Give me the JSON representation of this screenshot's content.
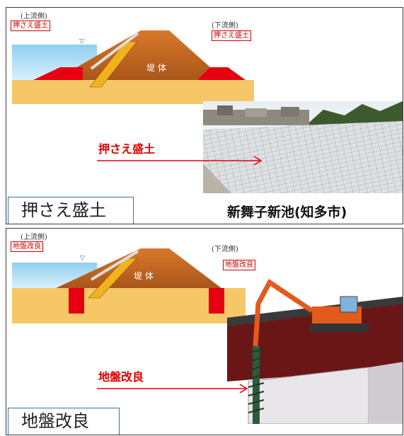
{
  "top": {
    "upstream_label": "(上流側)",
    "downstream_label": "(下流側)",
    "upstream_tag": "押さえ盛土",
    "downstream_tag": "押さえ盛土",
    "dam_body": "堤体",
    "arrow_label": "押さえ盛土",
    "photo_caption": "新舞子新池(知多市)",
    "section_title": "押さえ盛土"
  },
  "bottom": {
    "upstream_label": "(上流側)",
    "downstream_label": "(下流側)",
    "upstream_tag": "地盤改良",
    "downstream_tag": "地盤改良",
    "dam_body": "堤体",
    "arrow_label": "地盤改良",
    "section_title": "地盤改良"
  },
  "colors": {
    "water": "#bfe3f4",
    "ground": "#f5c766",
    "dam": "#c0641c",
    "core": "#f2b21e",
    "treatment": "#e60012",
    "accent_red": "#e00000"
  }
}
